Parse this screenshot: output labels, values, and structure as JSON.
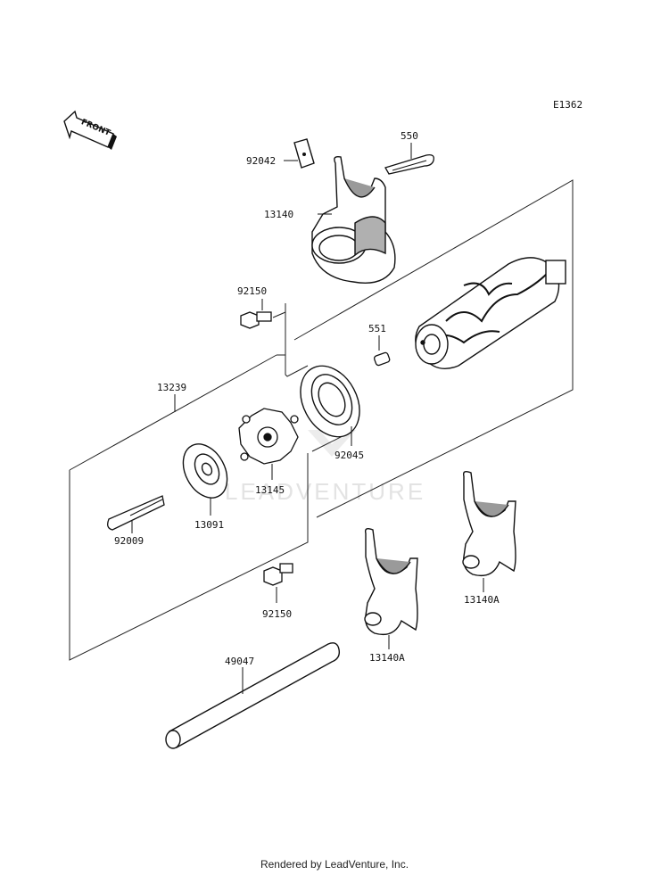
{
  "diagram_code": "E1362",
  "front_label": "FRONT",
  "watermark": "LEADVENTURE",
  "footer": "Rendered by LeadVenture, Inc.",
  "parts": {
    "p92042": "92042",
    "p550": "550",
    "p13140": "13140",
    "p92150_top": "92150",
    "p551": "551",
    "p13239": "13239",
    "p92045": "92045",
    "p13145": "13145",
    "p13091": "13091",
    "p92009": "92009",
    "p92150_bot": "92150",
    "p13140A_right": "13140A",
    "p13140A_left": "13140A",
    "p49047": "49047"
  }
}
